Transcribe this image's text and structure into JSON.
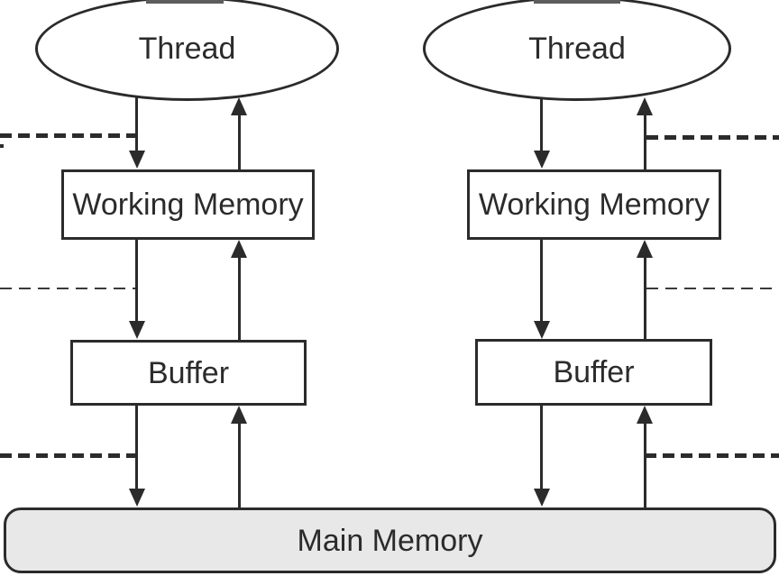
{
  "diagram": {
    "columns": [
      {
        "thread_label": "Thread",
        "working_memory_label": "Working Memory",
        "buffer_label": "Buffer"
      },
      {
        "thread_label": "Thread",
        "working_memory_label": "Working Memory",
        "buffer_label": "Buffer"
      }
    ],
    "main_memory_label": "Main Memory"
  },
  "colors": {
    "stroke": "#2b2b2b",
    "text": "#2b2b2b",
    "main_memory_fill": "#e8e8e8",
    "background": "#ffffff"
  }
}
